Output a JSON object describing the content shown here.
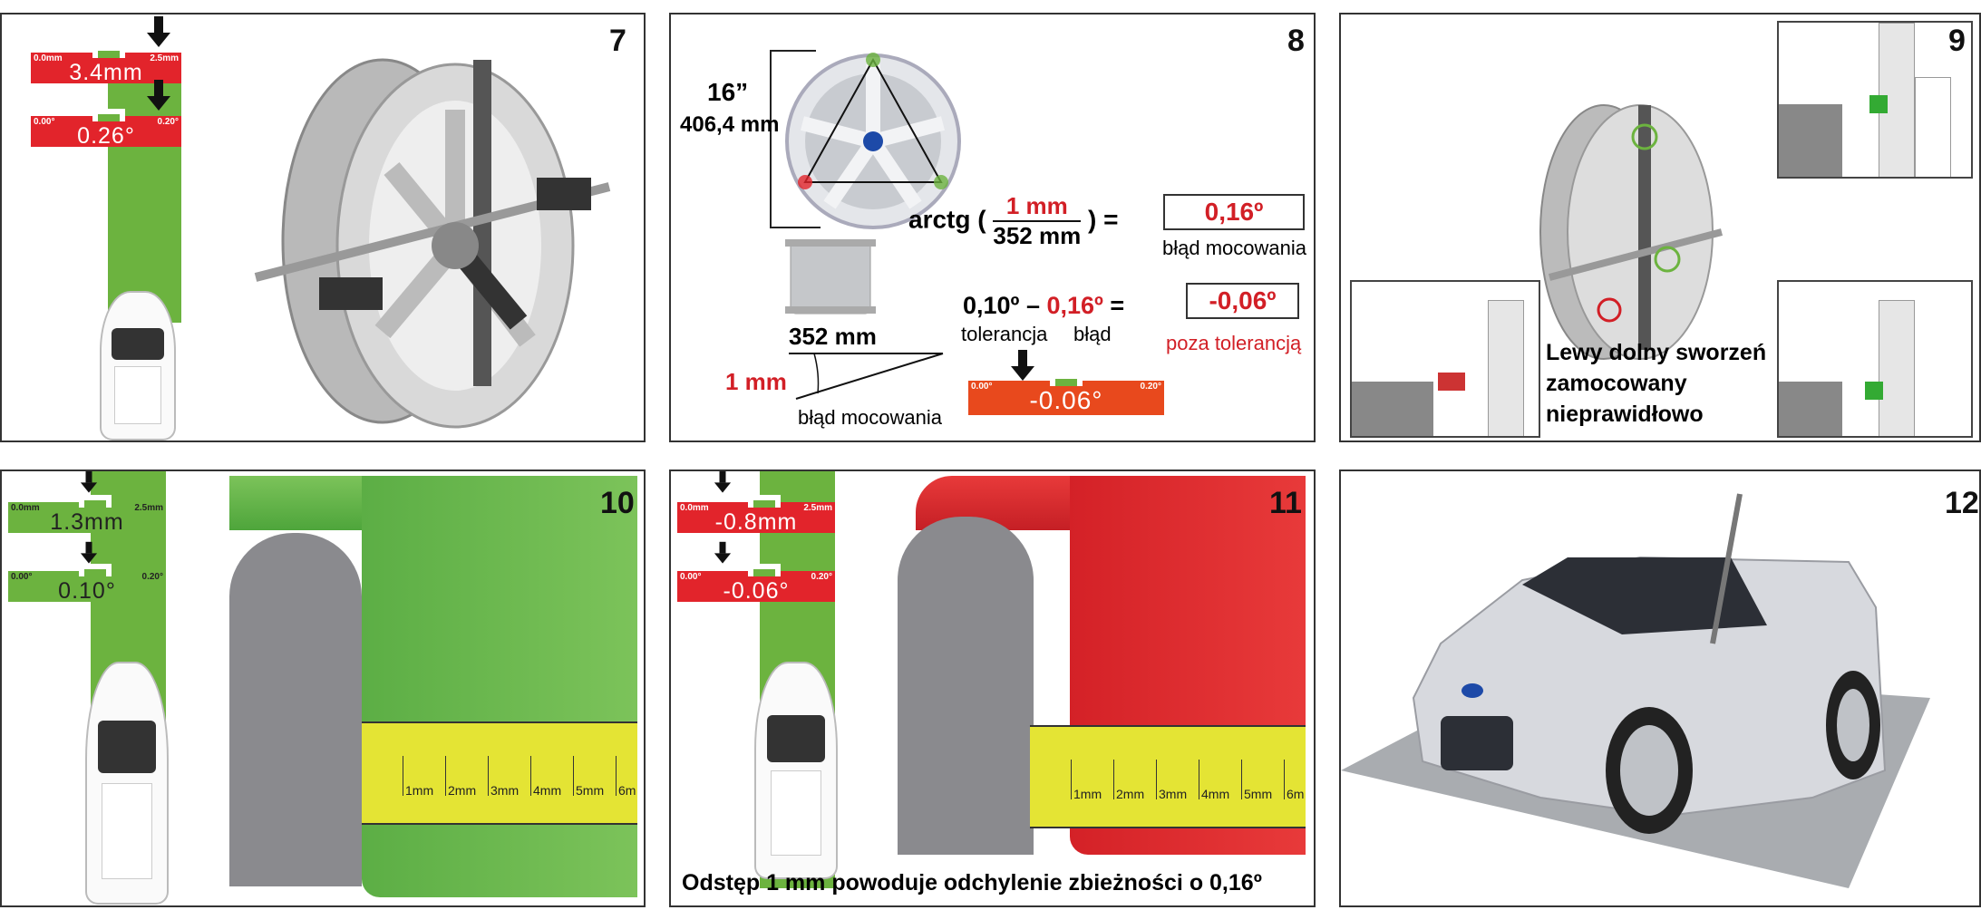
{
  "panels": [
    {
      "number": "7",
      "gauges": [
        {
          "lo": "0.0mm",
          "hi": "2.5mm",
          "value": "3.4mm"
        },
        {
          "lo": "0.00°",
          "hi": "0.20°",
          "value": "0.26°"
        }
      ]
    },
    {
      "number": "8",
      "wheel_size": "16”",
      "wheel_diameter": "406,4 mm",
      "rim_width": "352 mm",
      "offset": "1 mm",
      "mount_error_label": "błąd mocowania",
      "formula1": {
        "func": "arctg",
        "numerator": "1 mm",
        "denominator": "352 mm",
        "equals": "=",
        "result": "0,16º",
        "result_label": "błąd mocowania"
      },
      "formula2": {
        "tolerance": "0,10º",
        "minus": "–",
        "error": "0,16º",
        "equals": "=",
        "result": "-0,06º",
        "tolerance_label": "tolerancja",
        "error_label": "błąd",
        "result_label": "poza tolerancją"
      },
      "gauge": {
        "lo": "0.00°",
        "hi": "0.20°",
        "value": "-0.06°"
      }
    },
    {
      "number": "9",
      "caption_lines": [
        "Lewy dolny sworzeń",
        "zamocowany",
        "nieprawidłowo"
      ]
    },
    {
      "number": "10",
      "gauges": [
        {
          "lo": "0.0mm",
          "hi": "2.5mm",
          "value": "1.3mm"
        },
        {
          "lo": "0.00°",
          "hi": "0.20°",
          "value": "0.10°"
        }
      ],
      "ruler": [
        "1mm",
        "2mm",
        "3mm",
        "4mm",
        "5mm",
        "6m"
      ]
    },
    {
      "number": "11",
      "gauges": [
        {
          "lo": "0.0mm",
          "hi": "2.5mm",
          "value": "-0.8mm"
        },
        {
          "lo": "0.00°",
          "hi": "0.20°",
          "value": "-0.06°"
        }
      ],
      "ruler": [
        "1mm",
        "2mm",
        "3mm",
        "4mm",
        "5mm",
        "6m"
      ],
      "caption": "Odstęp 1 mm powoduje odchylenie zbieżności o 0,16º"
    },
    {
      "number": "12"
    }
  ],
  "colors": {
    "red": "#e2242b",
    "green": "#6cb33f",
    "orange_red": "#e8491d",
    "yellow": "#e4e434"
  }
}
